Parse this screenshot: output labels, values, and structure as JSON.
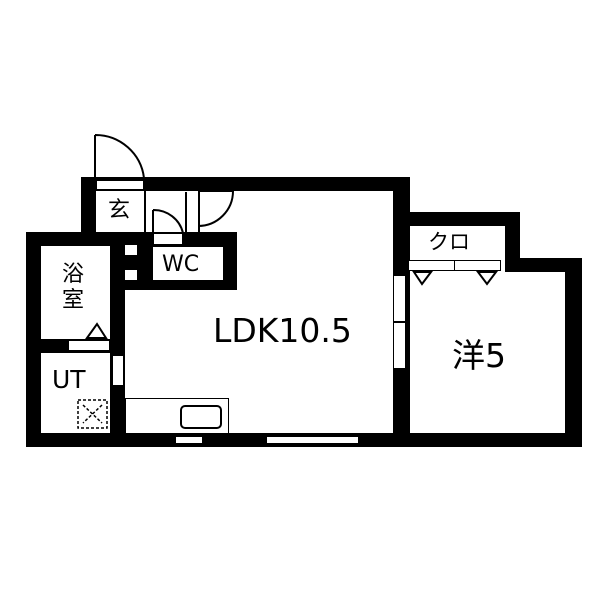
{
  "floorplan": {
    "rooms": {
      "entrance": {
        "label": "玄"
      },
      "wc": {
        "label": "WC"
      },
      "bath": {
        "label": "浴室"
      },
      "utility": {
        "label": "UT"
      },
      "ldk": {
        "label": "LDK10.5"
      },
      "western": {
        "label": "洋5"
      },
      "closet": {
        "label": "クロ"
      }
    },
    "colors": {
      "wall": "#000000",
      "floor": "#ffffff"
    }
  }
}
